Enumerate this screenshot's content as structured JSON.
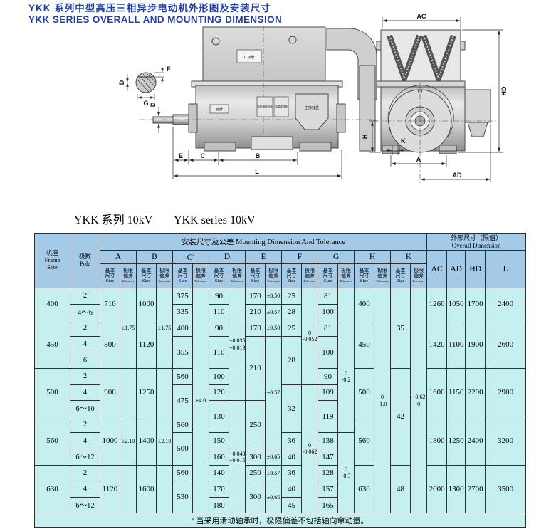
{
  "banner": {
    "title_zh": "YKK 系列中型高压三相异步电动机外形图及安装尺寸",
    "title_en": "YKK SERIES OVERALL AND MOUNTING DIMENSION"
  },
  "section_title": {
    "zh": "YKK 系列 10kV",
    "en": "YKK series 10kV"
  },
  "drawing": {
    "side_labels": {
      "E": "E",
      "C": "C",
      "B": "B",
      "L": "L",
      "D": "D"
    },
    "detail_labels": {
      "F": "F",
      "G": "G",
      "D": "D"
    },
    "end_labels": {
      "AC": "AC",
      "AD": "AD",
      "HD": "HD",
      "H": "H",
      "K": "K",
      "A": "A"
    },
    "part_labels": {
      "top_nameplate": "厂标牌",
      "nameplate": "铭牌",
      "heater_box": "加热器接线盒",
      "temp_box": "测温接线盒",
      "main_box": "主接线盒"
    }
  },
  "table": {
    "header": {
      "frame": "机座\nFrame\nSize",
      "pole": "极数\nPole",
      "mounting": "安装尺寸及公差 Mounting Dimension And Tolerance",
      "overall": "外形尺寸（限值）\nOverall Dimension",
      "dims": [
        "A",
        "B",
        "C",
        "D",
        "E",
        "F",
        "G",
        "H",
        "K"
      ],
      "c_sup": "a",
      "size_zh": "基本\n尺寸",
      "size_en": "Size",
      "tol_zh": "极限\n偏差",
      "tol_en": "Tolerance",
      "overall_cols": [
        "AC",
        "AD",
        "HD",
        "L"
      ]
    },
    "rows": [
      {
        "cells": [
          {
            "c": "frame",
            "v": "400",
            "rs": 2
          },
          {
            "c": "pole",
            "v": "2"
          },
          {
            "c": "A",
            "v": "710",
            "rs": 2
          },
          {
            "c": "A-tol",
            "v": "±1.75",
            "rs": 5,
            "t": 1
          },
          {
            "c": "B",
            "v": "1000",
            "rs": 2
          },
          {
            "c": "B-tol",
            "v": "±1.75",
            "rs": 5,
            "t": 1
          },
          {
            "c": "C",
            "v": "375"
          },
          {
            "c": "C-tol",
            "v": "±4.0",
            "rs": 14,
            "t": 1
          },
          {
            "c": "D",
            "v": "90"
          },
          {
            "c": "D-tol",
            "v": "+0.035\n+0.013",
            "rs": 7,
            "t": 1
          },
          {
            "c": "E",
            "v": "170"
          },
          {
            "c": "E-tol",
            "v": "±0.50",
            "t": 1
          },
          {
            "c": "F",
            "v": "25"
          },
          {
            "c": "F-tol",
            "v": "0\n-0.052",
            "rs": 6,
            "t": 1
          },
          {
            "c": "G",
            "v": "81"
          },
          {
            "c": "G-tol",
            "v": "",
            "rs": 2,
            "t": 1
          },
          {
            "c": "H",
            "v": "400",
            "rs": 2
          },
          {
            "c": "H-tol",
            "v": "0\n-1.0",
            "rs": 14,
            "t": 1
          },
          {
            "c": "K",
            "v": "35",
            "rs": 5
          },
          {
            "c": "K-tol",
            "v": "+0.62\n0",
            "rs": 14,
            "t": 1
          },
          {
            "c": "AC",
            "v": "1260",
            "rs": 2
          },
          {
            "c": "AD",
            "v": "1050",
            "rs": 2
          },
          {
            "c": "HD",
            "v": "1700",
            "rs": 2
          },
          {
            "c": "L",
            "v": "2400",
            "rs": 2
          }
        ]
      },
      {
        "cells": [
          {
            "c": "pole",
            "v": "4～6"
          },
          {
            "c": "C",
            "v": "335"
          },
          {
            "c": "D",
            "v": "110"
          },
          {
            "c": "E",
            "v": "210"
          },
          {
            "c": "E-tol",
            "v": "±0.57",
            "t": 1
          },
          {
            "c": "F",
            "v": "28"
          },
          {
            "c": "G",
            "v": "100"
          }
        ]
      },
      {
        "cells": [
          {
            "c": "frame",
            "v": "450",
            "rs": 3
          },
          {
            "c": "pole",
            "v": "2"
          },
          {
            "c": "A",
            "v": "800",
            "rs": 3
          },
          {
            "c": "B",
            "v": "1120",
            "rs": 3
          },
          {
            "c": "C",
            "v": "400"
          },
          {
            "c": "D",
            "v": "90"
          },
          {
            "c": "E",
            "v": "170"
          },
          {
            "c": "E-tol",
            "v": "±0.50",
            "t": 1
          },
          {
            "c": "F",
            "v": "25"
          },
          {
            "c": "G",
            "v": "81"
          },
          {
            "c": "G-tol",
            "v": "0\n-0.2",
            "rs": 7,
            "t": 1
          },
          {
            "c": "H",
            "v": "450",
            "rs": 3
          },
          {
            "c": "AC",
            "v": "1420",
            "rs": 3
          },
          {
            "c": "AD",
            "v": "1100",
            "rs": 3
          },
          {
            "c": "HD",
            "v": "1900",
            "rs": 3
          },
          {
            "c": "L",
            "v": "2600",
            "rs": 3
          }
        ]
      },
      {
        "cells": [
          {
            "c": "pole",
            "v": "4"
          },
          {
            "c": "C",
            "v": "355",
            "rs": 2
          },
          {
            "c": "D",
            "v": "110",
            "rs": 2
          },
          {
            "c": "E",
            "v": "210",
            "rs": 4
          },
          {
            "c": "E-tol",
            "v": "±0.57",
            "rs": 7,
            "t": 1
          },
          {
            "c": "F",
            "v": "28",
            "rs": 3
          },
          {
            "c": "G",
            "v": "100",
            "rs": 2
          }
        ]
      },
      {
        "cells": [
          {
            "c": "pole",
            "v": "6"
          }
        ]
      },
      {
        "cells": [
          {
            "c": "frame",
            "v": "500",
            "rs": 3
          },
          {
            "c": "pole",
            "v": "2"
          },
          {
            "c": "A",
            "v": "900",
            "rs": 3
          },
          {
            "c": "A-tol",
            "v": "",
            "rs": 3,
            "t": 1
          },
          {
            "c": "B",
            "v": "1250",
            "rs": 3
          },
          {
            "c": "B-tol",
            "v": "",
            "rs": 3,
            "t": 1
          },
          {
            "c": "C",
            "v": "560"
          },
          {
            "c": "D",
            "v": "100"
          },
          {
            "c": "G",
            "v": "90"
          },
          {
            "c": "H",
            "v": "500",
            "rs": 3
          },
          {
            "c": "K",
            "v": "42",
            "rs": 6
          },
          {
            "c": "AC",
            "v": "1600",
            "rs": 3
          },
          {
            "c": "AD",
            "v": "1150",
            "rs": 3
          },
          {
            "c": "HD",
            "v": "2200",
            "rs": 3
          },
          {
            "c": "L",
            "v": "2900",
            "rs": 3
          }
        ]
      },
      {
        "cells": [
          {
            "c": "pole",
            "v": "4"
          },
          {
            "c": "C",
            "v": "475",
            "rs": 2
          },
          {
            "c": "D",
            "v": "120"
          },
          {
            "c": "F",
            "v": "32",
            "rs": 3
          },
          {
            "c": "F-tol",
            "v": "0\n-0.062",
            "rs": 8,
            "t": 1
          },
          {
            "c": "G",
            "v": "109"
          }
        ]
      },
      {
        "cells": [
          {
            "c": "pole",
            "v": "6～10"
          },
          {
            "c": "D",
            "v": "130",
            "rs": 2
          },
          {
            "c": "D-tol",
            "v": "+0.040\n+0.015",
            "rs": 7,
            "t": 1
          },
          {
            "c": "E",
            "v": "250",
            "rs": 3
          },
          {
            "c": "G",
            "v": "119",
            "rs": 2
          }
        ]
      },
      {
        "cells": [
          {
            "c": "frame",
            "v": "560",
            "rs": 3
          },
          {
            "c": "pole",
            "v": "2"
          },
          {
            "c": "A",
            "v": "1000",
            "rs": 3
          },
          {
            "c": "A-tol",
            "v": "±2.10",
            "rs": 3,
            "t": 1
          },
          {
            "c": "B",
            "v": "1400",
            "rs": 3
          },
          {
            "c": "B-tol",
            "v": "±2.10",
            "rs": 3,
            "t": 1
          },
          {
            "c": "C",
            "v": "560"
          },
          {
            "c": "H",
            "v": "560",
            "rs": 3
          },
          {
            "c": "AC",
            "v": "1800",
            "rs": 3
          },
          {
            "c": "AD",
            "v": "1250",
            "rs": 3
          },
          {
            "c": "HD",
            "v": "2400",
            "rs": 3
          },
          {
            "c": "L",
            "v": "3200",
            "rs": 3
          }
        ]
      },
      {
        "cells": [
          {
            "c": "pole",
            "v": "4"
          },
          {
            "c": "C",
            "v": "500",
            "rs": 2
          },
          {
            "c": "D",
            "v": "150"
          },
          {
            "c": "F",
            "v": "36"
          },
          {
            "c": "G",
            "v": "138"
          },
          {
            "c": "G-tol",
            "v": "0\n-0.3",
            "rs": 5,
            "t": 1
          }
        ]
      },
      {
        "cells": [
          {
            "c": "pole",
            "v": "6～12"
          },
          {
            "c": "D",
            "v": "160"
          },
          {
            "c": "E",
            "v": "300"
          },
          {
            "c": "E-tol",
            "v": "±0.65",
            "t": 1
          },
          {
            "c": "F",
            "v": "40"
          },
          {
            "c": "G",
            "v": "147"
          }
        ]
      },
      {
        "cells": [
          {
            "c": "frame",
            "v": "630",
            "rs": 3
          },
          {
            "c": "pole",
            "v": "2"
          },
          {
            "c": "A",
            "v": "1120",
            "rs": 3
          },
          {
            "c": "A-tol",
            "v": "",
            "rs": 3,
            "t": 1
          },
          {
            "c": "B",
            "v": "1600",
            "rs": 3
          },
          {
            "c": "B-tol",
            "v": "",
            "rs": 3,
            "t": 1
          },
          {
            "c": "C",
            "v": "560"
          },
          {
            "c": "D",
            "v": "140"
          },
          {
            "c": "E",
            "v": "250"
          },
          {
            "c": "E-tol",
            "v": "±0.57",
            "t": 1
          },
          {
            "c": "F",
            "v": "36"
          },
          {
            "c": "G",
            "v": "128"
          },
          {
            "c": "H",
            "v": "630",
            "rs": 3
          },
          {
            "c": "K",
            "v": "48",
            "rs": 3
          },
          {
            "c": "AC",
            "v": "2000",
            "rs": 3
          },
          {
            "c": "AD",
            "v": "1300",
            "rs": 3
          },
          {
            "c": "HD",
            "v": "2700",
            "rs": 3
          },
          {
            "c": "L",
            "v": "3500",
            "rs": 3
          }
        ]
      },
      {
        "cells": [
          {
            "c": "pole",
            "v": "4"
          },
          {
            "c": "C",
            "v": "530",
            "rs": 2
          },
          {
            "c": "D",
            "v": "170"
          },
          {
            "c": "E",
            "v": "300",
            "rs": 2
          },
          {
            "c": "E-tol",
            "v": "±0.65",
            "rs": 2,
            "t": 1
          },
          {
            "c": "F",
            "v": "40"
          },
          {
            "c": "G",
            "v": "157"
          }
        ]
      },
      {
        "cells": [
          {
            "c": "pole",
            "v": "6～12"
          },
          {
            "c": "D",
            "v": "180"
          },
          {
            "c": "F",
            "v": "45"
          },
          {
            "c": "G",
            "v": "165"
          }
        ]
      }
    ],
    "footnote_sup": "a",
    "footnote": "当采用滑动轴承时，极限偏差不包括轴向窜动量。"
  },
  "colors": {
    "accent_blue": "#1e3fa8",
    "table_header_bg": "#a5cae7",
    "table_body_bg": "#c6f0ef",
    "border": "#2e2e2e"
  }
}
